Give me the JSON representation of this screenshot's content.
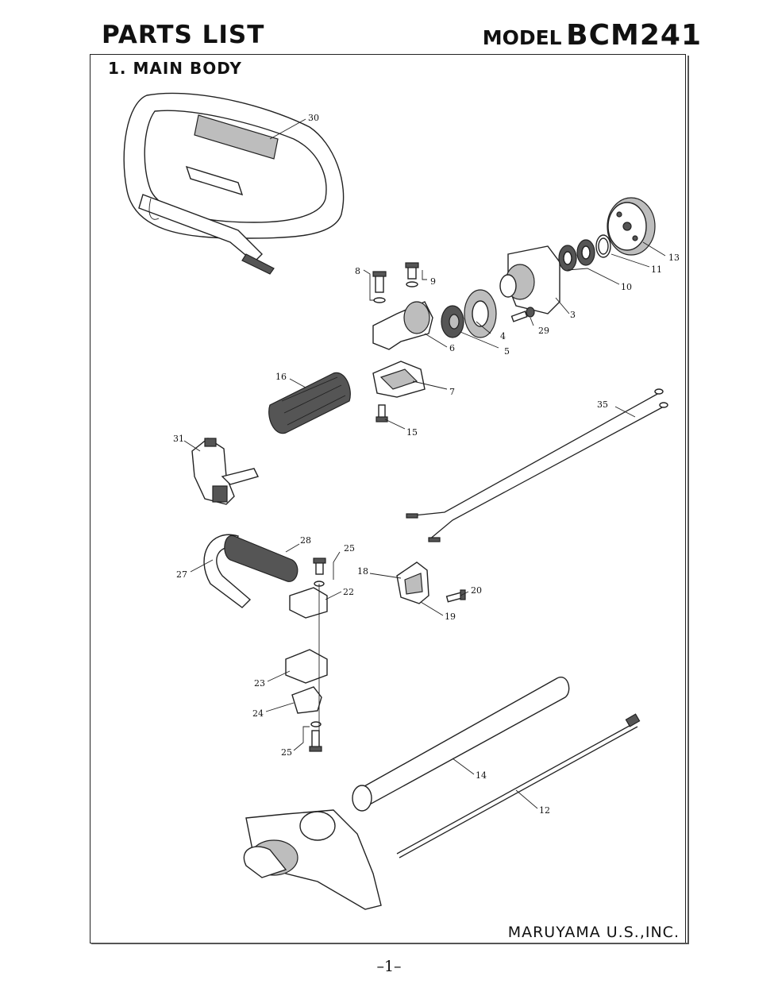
{
  "header": {
    "title": "PARTS LIST",
    "model_prefix": "MODEL",
    "model_number": "BCM241"
  },
  "section": {
    "title": "1. MAIN BODY"
  },
  "callouts": {
    "p3": "3",
    "p4": "4",
    "p5": "5",
    "p6": "6",
    "p7": "7",
    "p8": "8",
    "p9": "9",
    "p10": "10",
    "p11": "11",
    "p12": "12",
    "p13": "13",
    "p14": "14",
    "p15": "15",
    "p16": "16",
    "p18": "18",
    "p19": "19",
    "p20": "20",
    "p22": "22",
    "p23": "23",
    "p24": "24",
    "p25a": "25",
    "p25b": "25",
    "p27": "27",
    "p28": "28",
    "p29": "29",
    "p30": "30",
    "p31": "31",
    "p35": "35"
  },
  "footer": {
    "company": "MARUYAMA U.S.,INC.",
    "page_number": "–1–"
  }
}
